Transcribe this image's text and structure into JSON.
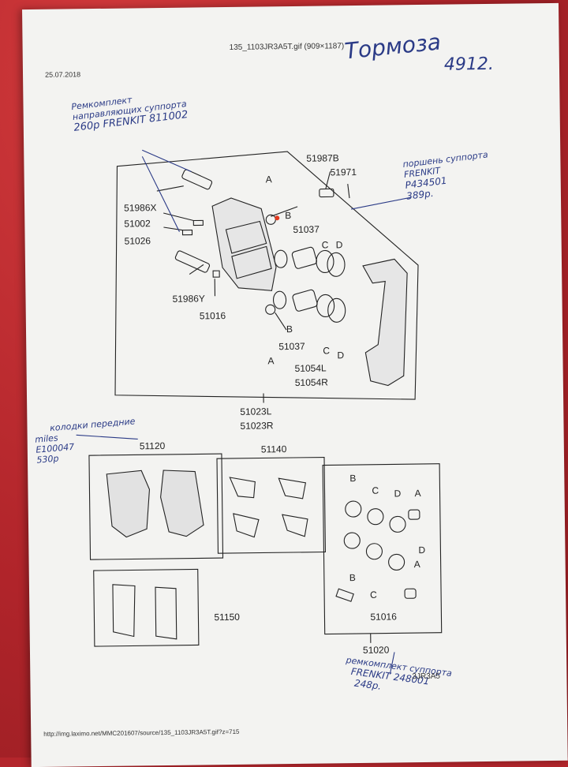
{
  "header": {
    "date": "25.07.2018",
    "filename": "135_1103JR3A5T.gif (909×1187)",
    "footer_url": "http://img.laximo.net/MMC201607/source/135_1103JR3A5T.gif?z=715"
  },
  "handwritten": {
    "title": "Тормоза",
    "number": "4912.",
    "note1": [
      "Ремкомплект",
      "направляющих суппорта",
      "260р  FRENKIT 811002"
    ],
    "note2": [
      "поршень суппорта",
      "FRENKIT",
      "P434501",
      "389р."
    ],
    "note3": [
      "колодки передние",
      "miles",
      "E100047",
      "530р"
    ],
    "note4": [
      "ремкомплект суппорта",
      "FRENKIT 248001",
      "248р."
    ]
  },
  "labels": {
    "p51987B": "51987B",
    "p51971": "51971",
    "p51986X": "51986X",
    "p51002": "51002",
    "p51026": "51026",
    "p51037a": "51037",
    "p51986Y": "51986Y",
    "p51016a": "51016",
    "p51037b": "51037",
    "p51054L": "51054L",
    "p51054R": "51054R",
    "p51023L": "51023L",
    "p51023R": "51023R",
    "p51120": "51120",
    "p51140": "51140",
    "p51150": "51150",
    "p51016b": "51016",
    "p51020": "51020",
    "code": "3JR3A5",
    "A": "A",
    "B": "B",
    "C": "C",
    "D": "D"
  }
}
